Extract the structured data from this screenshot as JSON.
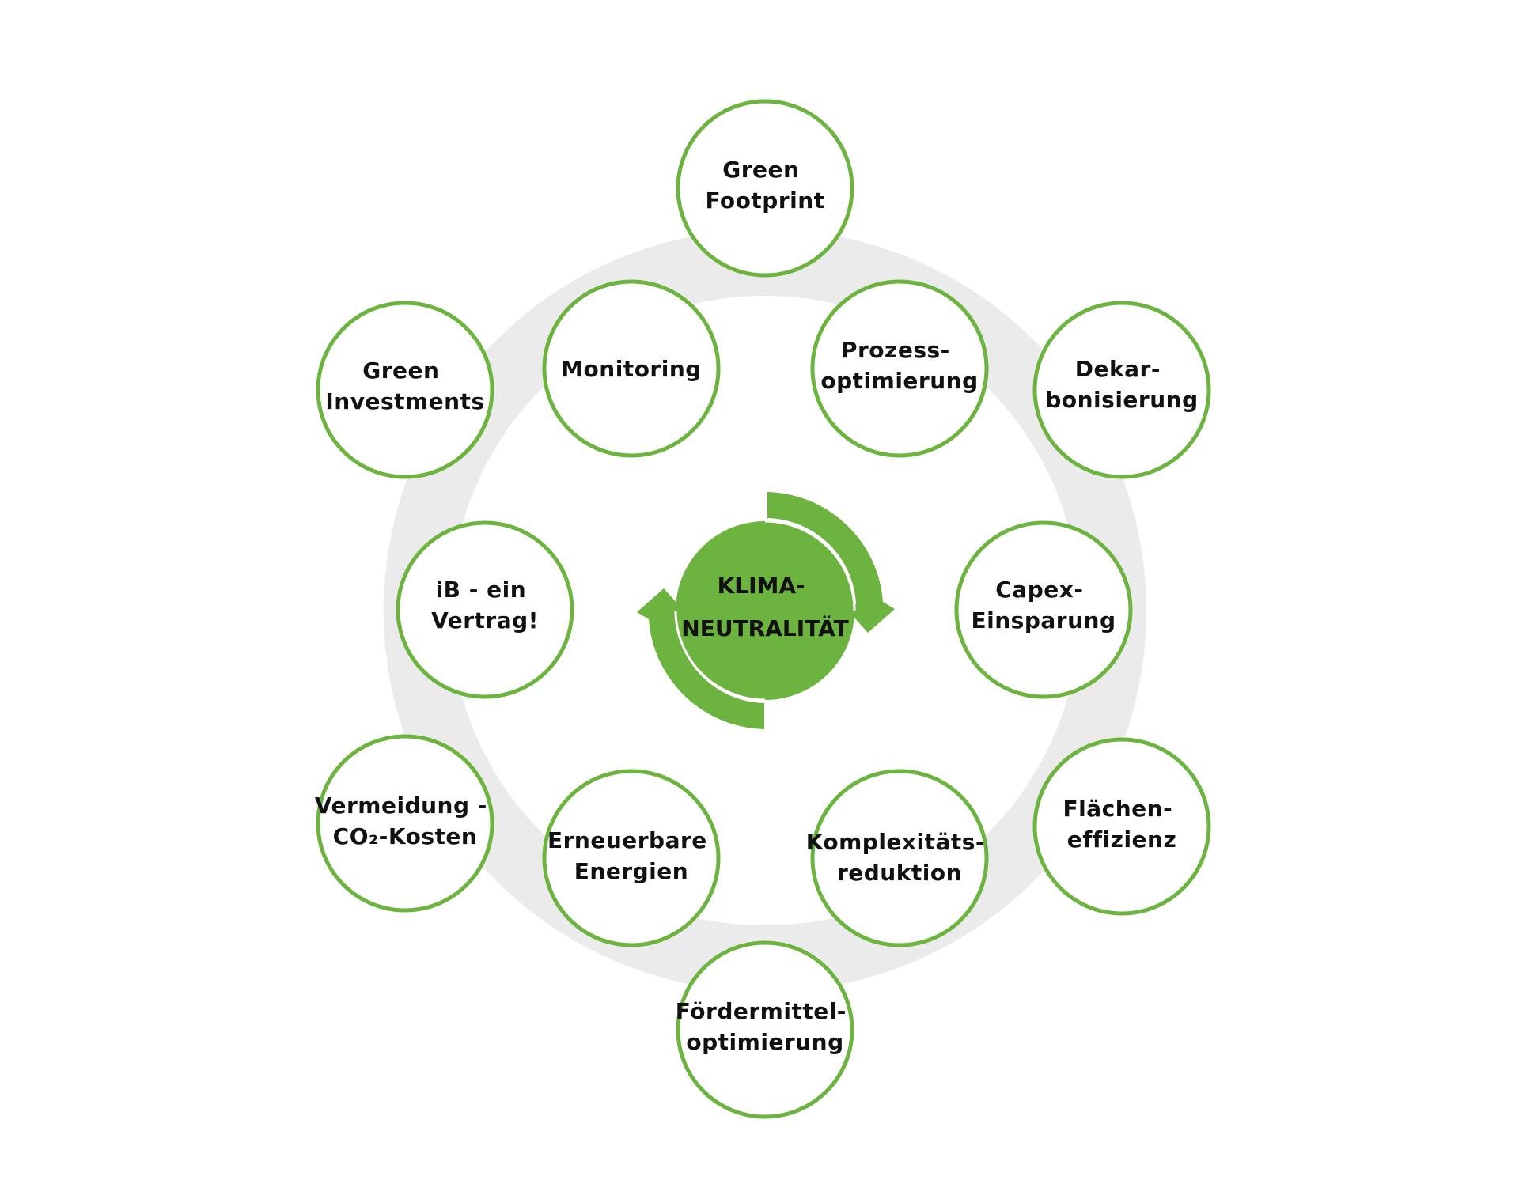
{
  "colors": {
    "accent": "#6db33f",
    "ring": "#ebebeb",
    "text": "#111111"
  },
  "center": {
    "lines": [
      "KLIMA-",
      "NEUTRALITÄT"
    ]
  },
  "nodes": [
    {
      "id": "green-footprint",
      "lines": [
        "Green",
        "Footprint"
      ]
    },
    {
      "id": "monitoring",
      "lines": [
        "Monitoring"
      ]
    },
    {
      "id": "prozessoptimierung",
      "lines": [
        "Prozess-",
        "optimierung"
      ]
    },
    {
      "id": "green-investments",
      "lines": [
        "Green",
        "Investments"
      ]
    },
    {
      "id": "dekarbonisierung",
      "lines": [
        "Dekar-",
        "bonisierung"
      ]
    },
    {
      "id": "ib-ein-vertrag",
      "lines": [
        "iB - ein",
        "Vertrag!"
      ]
    },
    {
      "id": "capex-einsparung",
      "lines": [
        "Capex-",
        "Einsparung"
      ]
    },
    {
      "id": "vermeidung-co2-kosten",
      "lines": [
        "Vermeidung -",
        "CO₂-Kosten"
      ]
    },
    {
      "id": "erneuerbare-energien",
      "lines": [
        "Erneuerbare",
        "Energien"
      ]
    },
    {
      "id": "komplexitaetsreduktion",
      "lines": [
        "Komplexitäts-",
        "reduktion"
      ]
    },
    {
      "id": "flaecheneffizienz",
      "lines": [
        "Flächen-",
        "effizienz"
      ]
    },
    {
      "id": "foerdermitteloptimierung",
      "lines": [
        "Fördermittel-",
        "optimierung"
      ]
    }
  ]
}
